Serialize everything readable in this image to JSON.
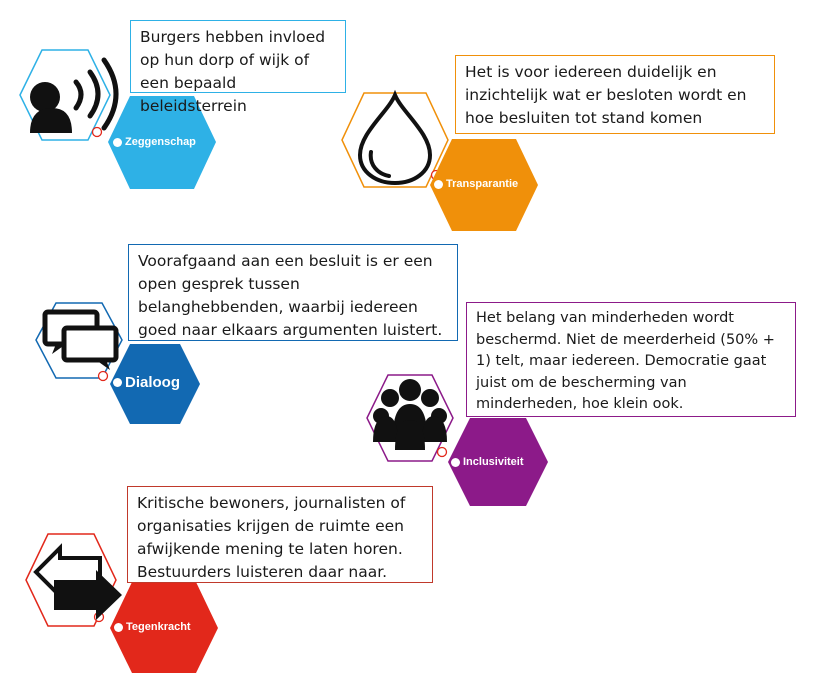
{
  "items": [
    {
      "id": "zeggenschap",
      "label": "Zeggenschap",
      "text": "Burgers hebben invloed op hun dorp of wijk of een bepaald beleidsterrein",
      "color": "#2eb1e6",
      "icon": "speaking-head-icon"
    },
    {
      "id": "transparantie",
      "label": "Transparantie",
      "text": "Het is voor iedereen duidelijk en inzichtelijk wat er besloten wordt en hoe besluiten tot stand komen",
      "color": "#f0900a",
      "icon": "water-drop-icon"
    },
    {
      "id": "dialoog",
      "label": "Dialoog",
      "text": "Voorafgaand aan een besluit is er een open gesprek tussen belanghebbenden, waarbij iedereen goed naar elkaars argumenten luistert.",
      "color": "#1269b2",
      "icon": "chat-bubbles-icon"
    },
    {
      "id": "inclusiviteit",
      "label": "Inclusiviteit",
      "text": "Het belang van minderheden wordt beschermd. Niet de meerderheid (50% + 1) telt, maar iedereen. Democratie gaat juist om de bescherming van minderheden, hoe klein ook.",
      "color": "#8c1a89",
      "icon": "group-of-people-icon"
    },
    {
      "id": "tegenkracht",
      "label": "Tegenkracht",
      "text": "Kritische bewoners, journalisten of organisaties krijgen de ruimte een afwijkende mening te laten horen. Bestuurders luisteren daar naar.",
      "color": "#e2281b",
      "icon": "opposing-arrows-icon"
    }
  ]
}
